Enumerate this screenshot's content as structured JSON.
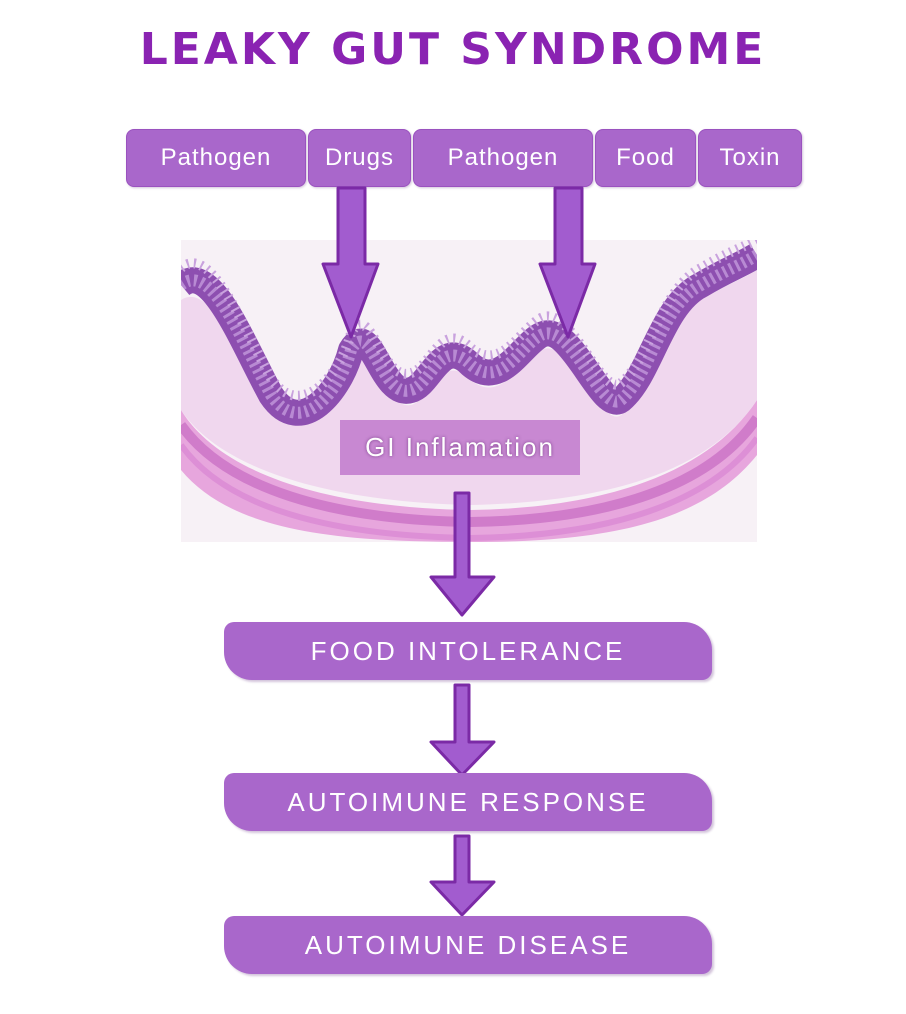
{
  "title": "LEAKY GUT SYNDROME",
  "causes": [
    "Pathogen",
    "Drugs",
    "Pathogen",
    "Food",
    "Toxin"
  ],
  "center_label": "GI Inflamation",
  "outcomes": [
    "FOOD INTOLERANCE",
    "AUTOIMUNE RESPONSE",
    "AUTOIMUNE DISEASE"
  ],
  "colors": {
    "title": "#8a23b2",
    "box_fill": "#a967cb",
    "arrow_fill": "#a25ccf",
    "arrow_stroke": "#7b2aa6",
    "tissue_dark": "#8d4fb0",
    "tissue_light": "#e7a6dd"
  }
}
